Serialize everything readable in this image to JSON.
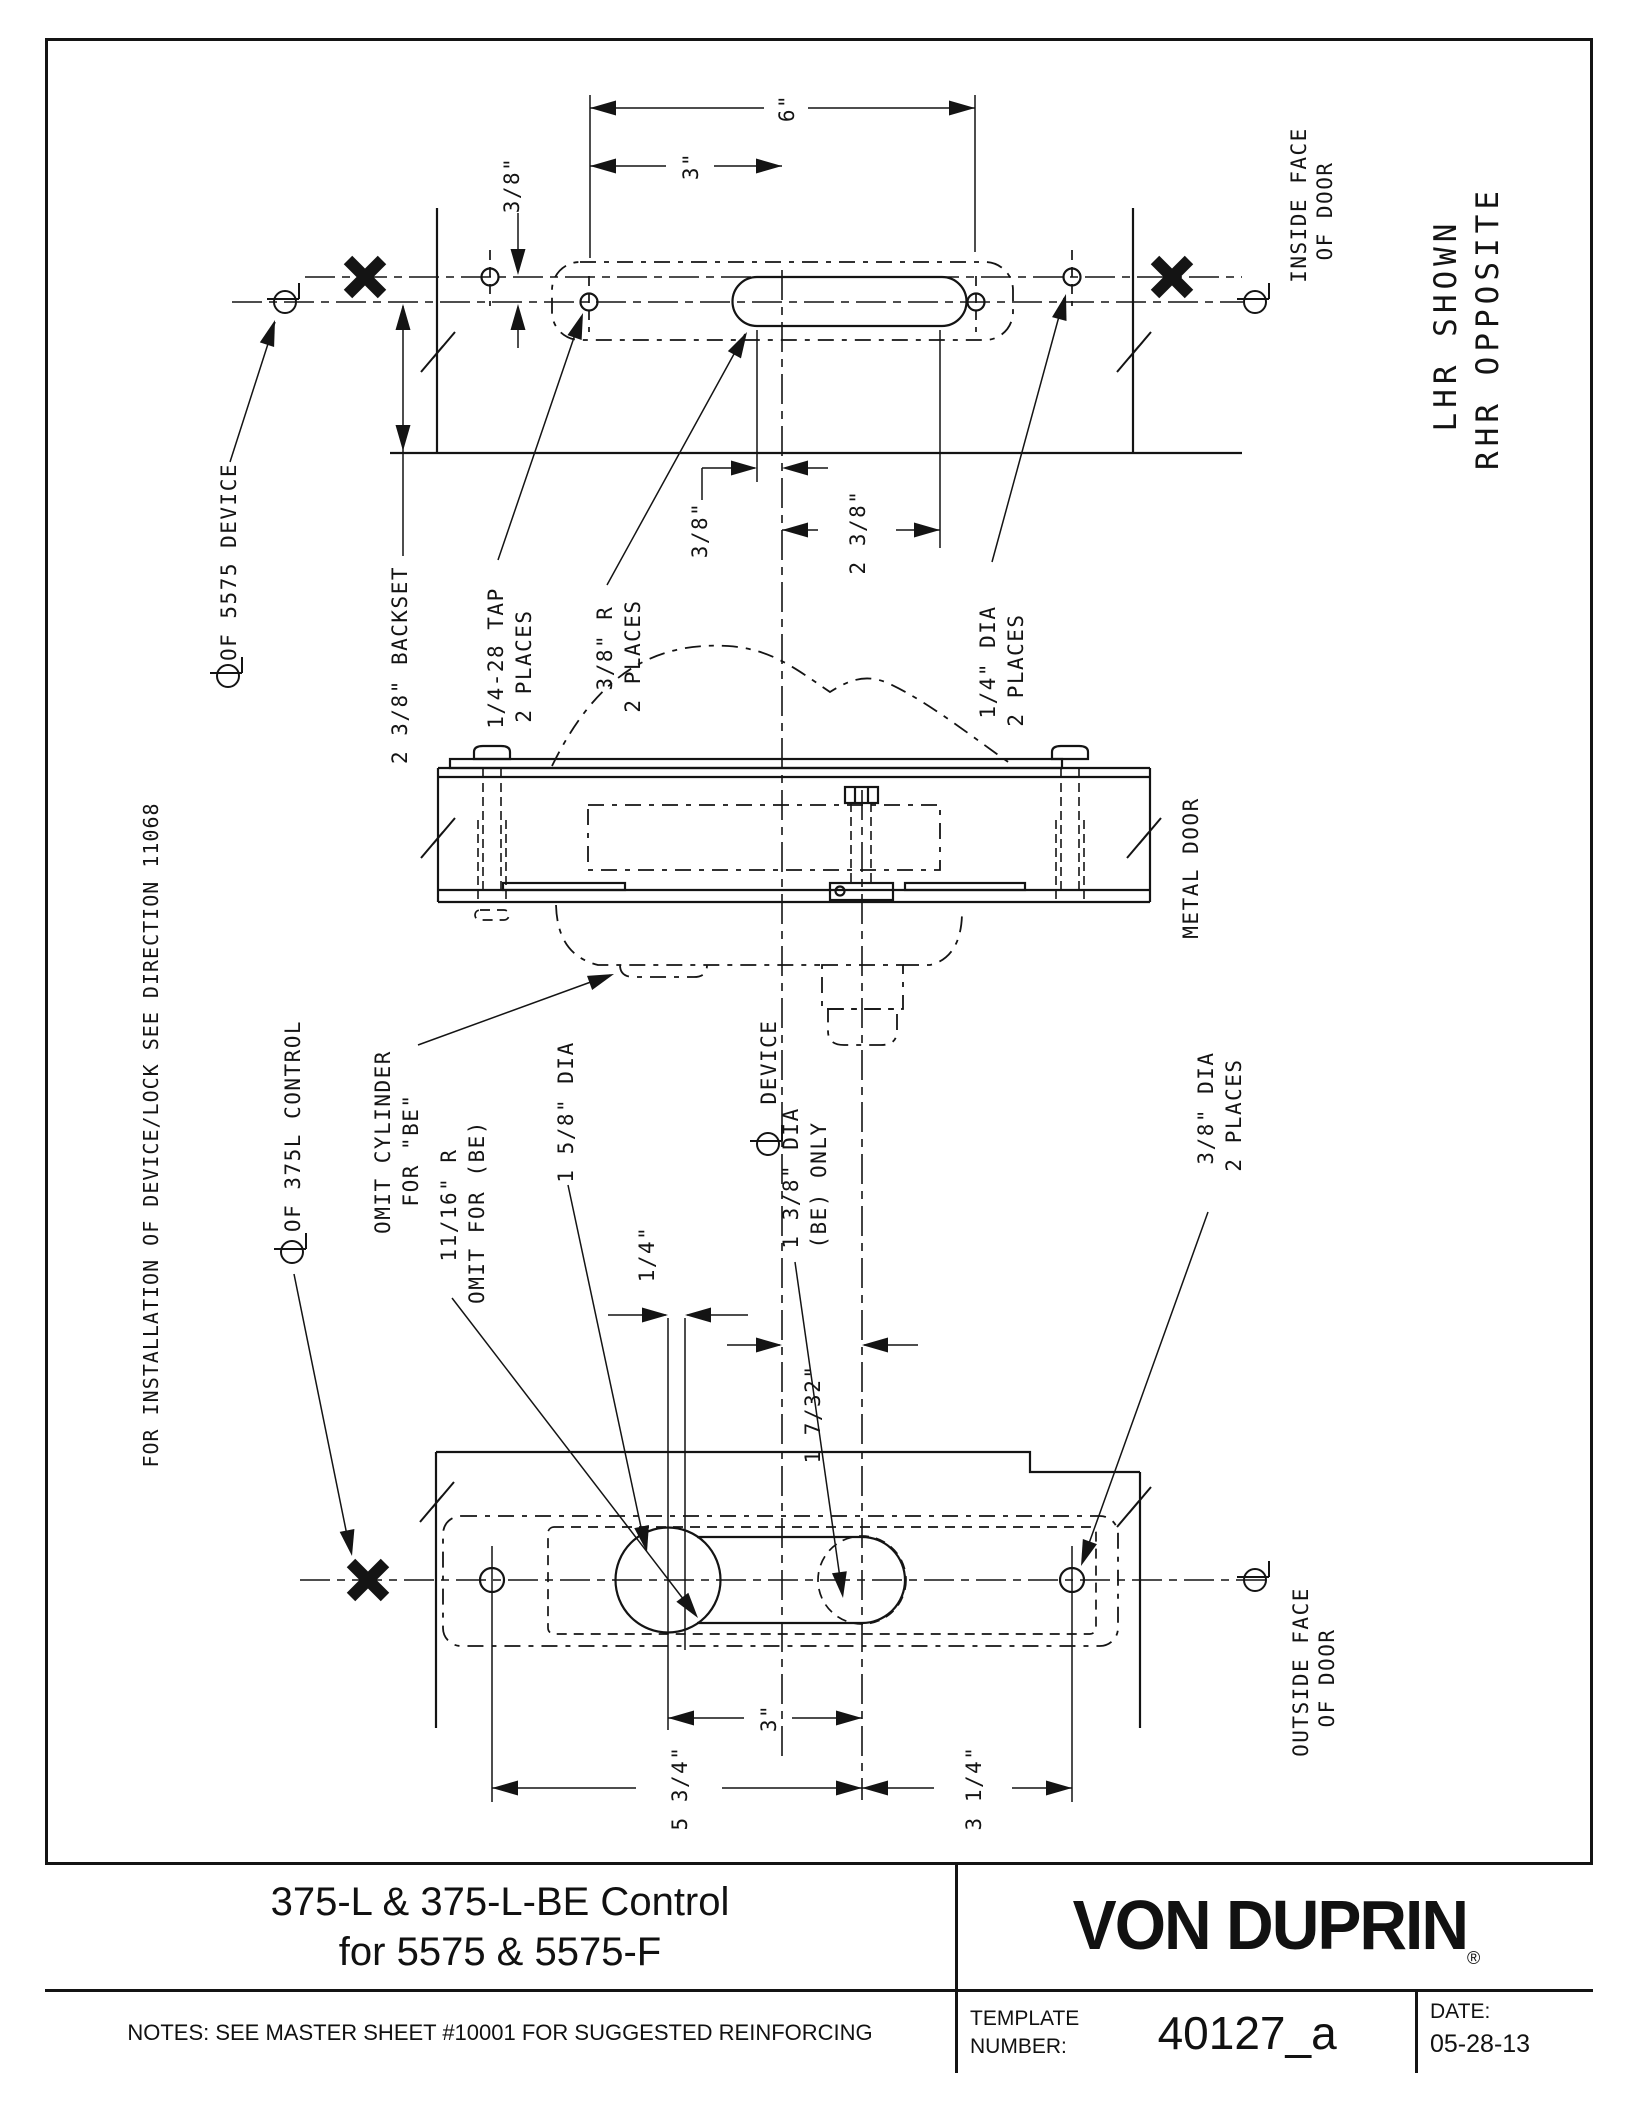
{
  "note_left": "FOR INSTALLATION OF DEVICE/LOCK SEE DIRECTION 11068",
  "top": {
    "dim6": "6\"",
    "dim3": "3\"",
    "offset": "3/8\"",
    "backset": "2 3/8\" BACKSET",
    "tap1": "1/4-28 TAP",
    "tap2": "2 PLACES",
    "slotr1": "3/8\" R",
    "slotr2": "2 PLACES",
    "dim38": "3/8\"",
    "dim238": "2 3/8\"",
    "thru1": "1/4\" DIA",
    "thru2": "2 PLACES",
    "cl5575": "OF 5575 DEVICE",
    "inface1": "INSIDE FACE",
    "inface2": "OF DOOR",
    "hand1": "LHR SHOWN",
    "hand2": "RHR OPPOSITE"
  },
  "mid": {
    "metal": "METAL DOOR",
    "omit1": "OMIT CYLINDER",
    "omit2": "FOR \"BE\"",
    "device": "DEVICE"
  },
  "bot": {
    "cl375": "OF 375L CONTROL",
    "r1": "11/16\" R",
    "r2": "OMIT FOR (BE)",
    "d158": "1 5/8\" DIA",
    "d14": "1/4\"",
    "d1732": "1 7/32\"",
    "d138a": "1 3/8\" DIA",
    "d138b": "(BE) ONLY",
    "d38a": "3/8\" DIA",
    "d38b": "2 PLACES",
    "out1": "OUTSIDE FACE",
    "out2": "OF DOOR",
    "dim3": "3\"",
    "dim534": "5 3/4\"",
    "dim314": "3 1/4\""
  },
  "title_block": {
    "title_line1": "375-L & 375-L-BE Control",
    "title_line2": "for 5575 & 5575-F",
    "notes": "NOTES: SEE MASTER SHEET #10001 FOR SUGGESTED REINFORCING",
    "brand": "VON DUPRIN",
    "registered": "®",
    "template_label1": "TEMPLATE",
    "template_label2": "NUMBER:",
    "template_number": "40127_a",
    "date_label": "DATE:",
    "date_value": "05-28-13"
  }
}
